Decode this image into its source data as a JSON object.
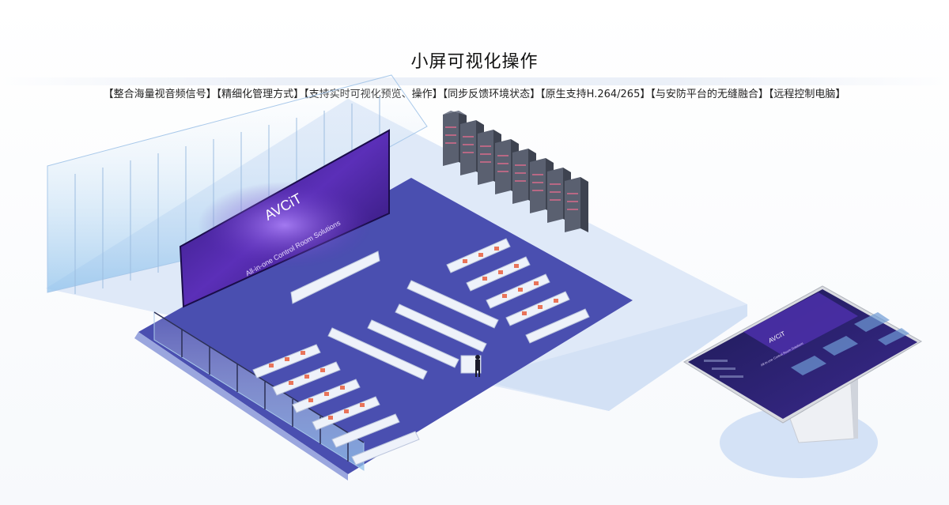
{
  "header": {
    "title": "小屏可视化操作",
    "features": "【整合海量视音频信号】【精细化管理方式】【支持实时可视化预览、操作】【同步反馈环境状态】【原生支持H.264/265】【与安防平台的无缝融合】【远程控制电脑】"
  },
  "videowall": {
    "brand": "AVCiT",
    "headline": "All-in-one Control Room Solutions"
  },
  "kiosk": {
    "brand": "AVCiT",
    "headline": "All-in-one Control Room Solutions"
  },
  "colors": {
    "floor": "#4a4fb0",
    "platform": "#dbe7f8",
    "screen": "#3a1f8f",
    "server": "#5a6070"
  },
  "icons": [
    "server-rack-icon",
    "operator-figure-icon"
  ]
}
